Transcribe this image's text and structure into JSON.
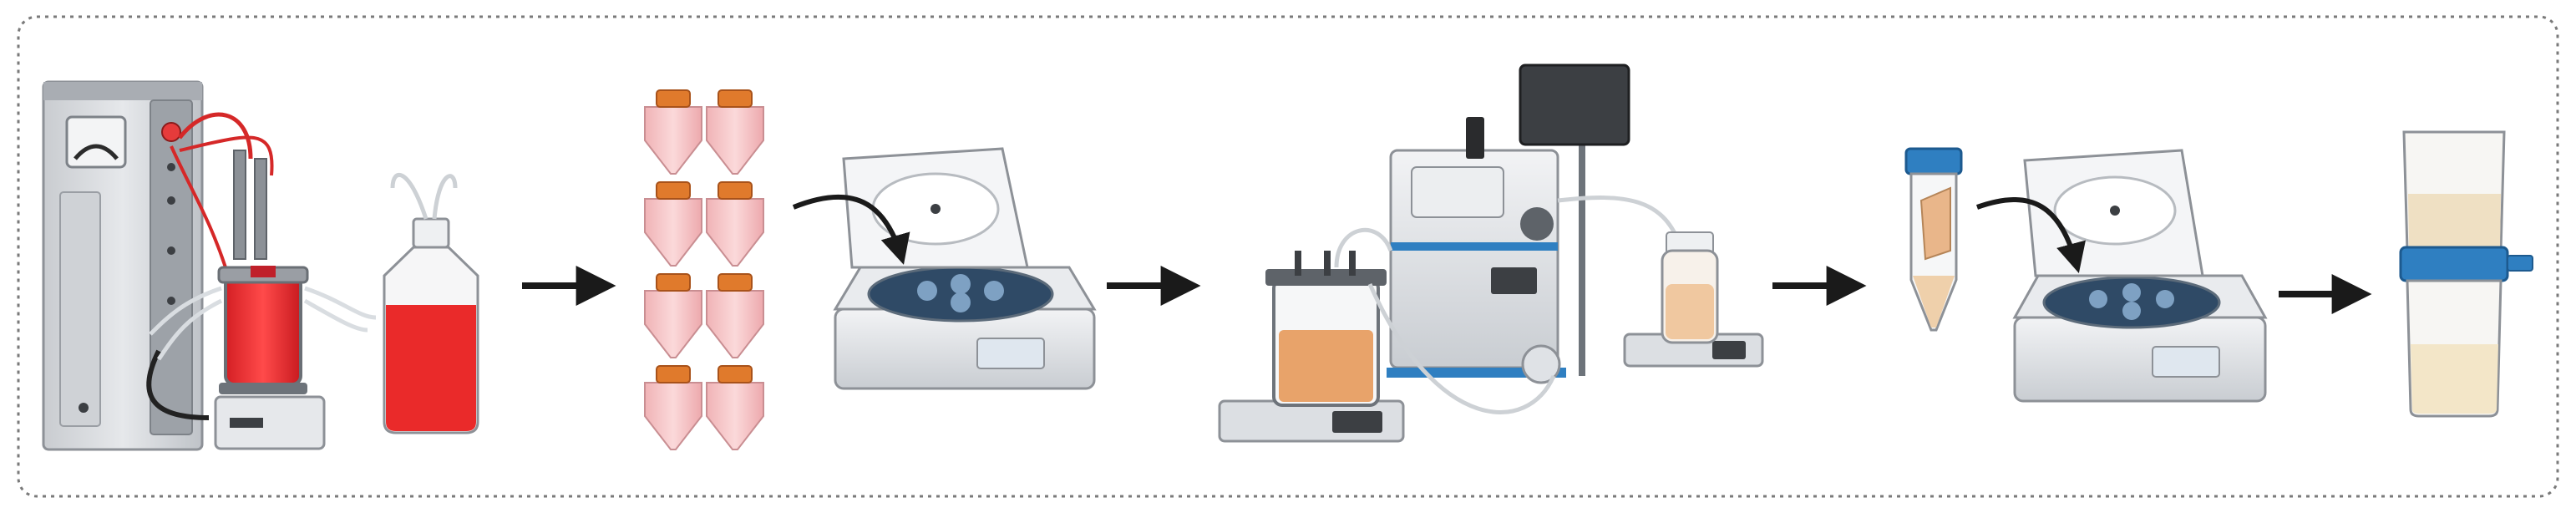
{
  "diagram": {
    "steps": [
      {
        "id": "bioreactor",
        "icon": "bioreactor-icon"
      },
      {
        "id": "tubes",
        "icon": "conical-tubes-icon"
      },
      {
        "id": "centrifuge-1",
        "icon": "centrifuge-icon"
      },
      {
        "id": "tff",
        "icon": "tangential-flow-filtration-icon"
      },
      {
        "id": "tube-single",
        "icon": "conical-tube-icon"
      },
      {
        "id": "centrifuge-2",
        "icon": "centrifuge-icon"
      },
      {
        "id": "filter",
        "icon": "vacuum-filter-unit-icon"
      }
    ],
    "colors": {
      "border": "#7a7a7a",
      "arrow": "#1a1a1a",
      "red_medium": "#ea2a2a",
      "tube_cap": "#e07a2c",
      "tube_body": "#f4c2c4",
      "orange_liquid": "#e8a36a",
      "tan_liquid": "#efd8b8",
      "blue_cap": "#2f7fc1",
      "device_gray": "#d6d9dd",
      "device_dark": "#6d737a"
    }
  }
}
